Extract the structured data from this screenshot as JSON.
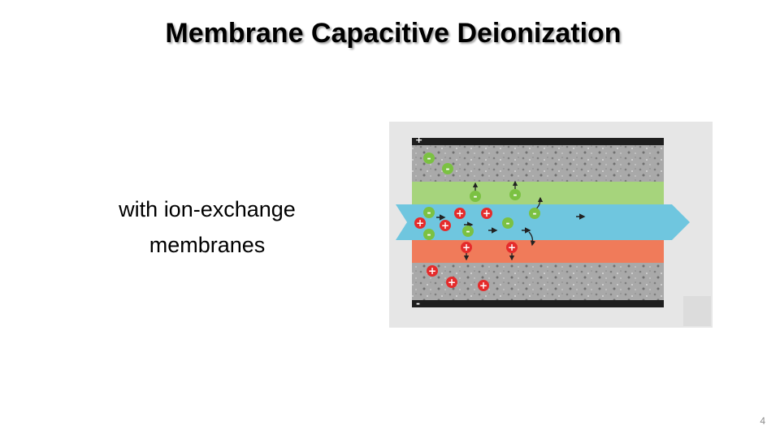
{
  "slide": {
    "title": "Membrane Capacitive Deionization",
    "caption_lines": [
      "with ion-exchange",
      "membranes"
    ],
    "page_number": "4"
  },
  "figure": {
    "electrode_top_sign": "+",
    "electrode_bottom_sign": "-",
    "cation_symbol": "+",
    "anion_symbol": "-",
    "colors": {
      "background": "#e6e6e6",
      "electrode_bar": "#1e1e1e",
      "carbon_layer": "#a8a8a8",
      "anion_membrane": "#a6d47c",
      "cation_membrane": "#f07b5a",
      "water_flow": "#6fc6df",
      "cation_ion": "#e52b2b",
      "anion_ion": "#7bc142",
      "arrow": "#222222"
    }
  }
}
